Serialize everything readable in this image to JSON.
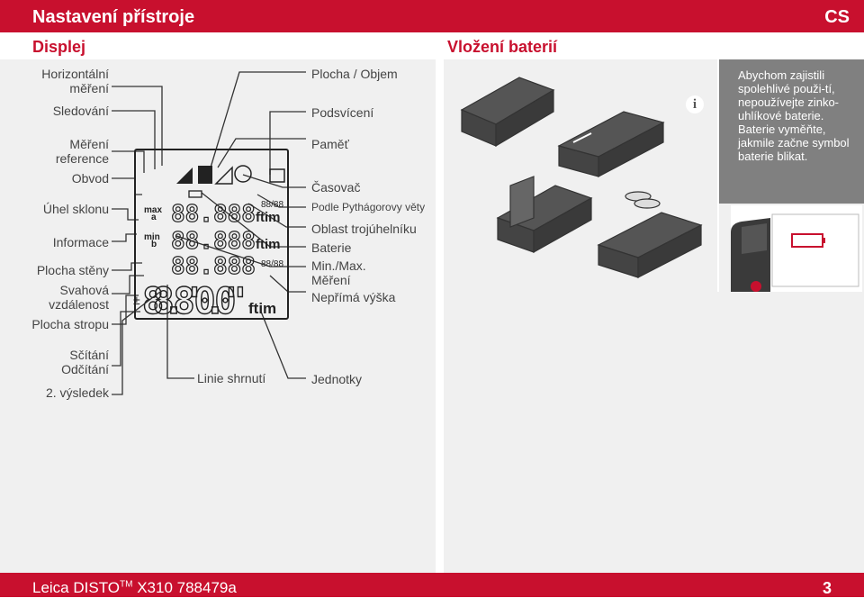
{
  "header": {
    "title": "Nastavení přístroje",
    "lang": "CS"
  },
  "sections": {
    "display": "Displej",
    "batteries": "Vložení baterií"
  },
  "labels_left": {
    "horizontal": [
      "Horizontální",
      "měření"
    ],
    "tracking": "Sledování",
    "reference": [
      "Měření",
      "reference"
    ],
    "perimeter": "Obvod",
    "tilt": "Úhel sklonu",
    "info": "Informace",
    "wall_area": "Plocha stěny",
    "slope": [
      "Svahová",
      "vzdálenost"
    ],
    "ceiling_area": "Plocha stropu",
    "add_sub": [
      "Sčítání",
      "Odčítání"
    ],
    "second_result": "2. výsledek"
  },
  "labels_right": {
    "area_volume": "Plocha / Objem",
    "backlight": "Podsvícení",
    "memory": "Paměť",
    "timer": "Časovač",
    "pythagoras": "Podle Pythágorovy věty",
    "triangle": "Oblast trojúhelníku",
    "battery": "Baterie",
    "minmax": "Min./Max.",
    "measurement": "Měření",
    "indirect_height": "Nepřímá výška"
  },
  "labels_bottom": {
    "summary_line": "Linie shrnutí",
    "units": "Jednotky"
  },
  "lcd": {
    "line1": "88.888",
    "line2": "88.888",
    "line3": "88.888",
    "main": "88.8'0.0\"",
    "unit": "ftim",
    "frac1": "88/88",
    "frac2": "88/88",
    "max": "max",
    "min": "min",
    "a": "a",
    "b": "b"
  },
  "info_icon": "i",
  "info_text": "Abychom zajistili spolehlivé použi-tí, nepoužívejte zinko-uhlíkové baterie. Baterie vyměňte, jakmile začne symbol baterie blikat.",
  "footer": {
    "product": "Leica DISTO",
    "tm": "TM",
    "model": "X310 788479a",
    "page": "3"
  },
  "colors": {
    "brand": "#c8102e"
  }
}
